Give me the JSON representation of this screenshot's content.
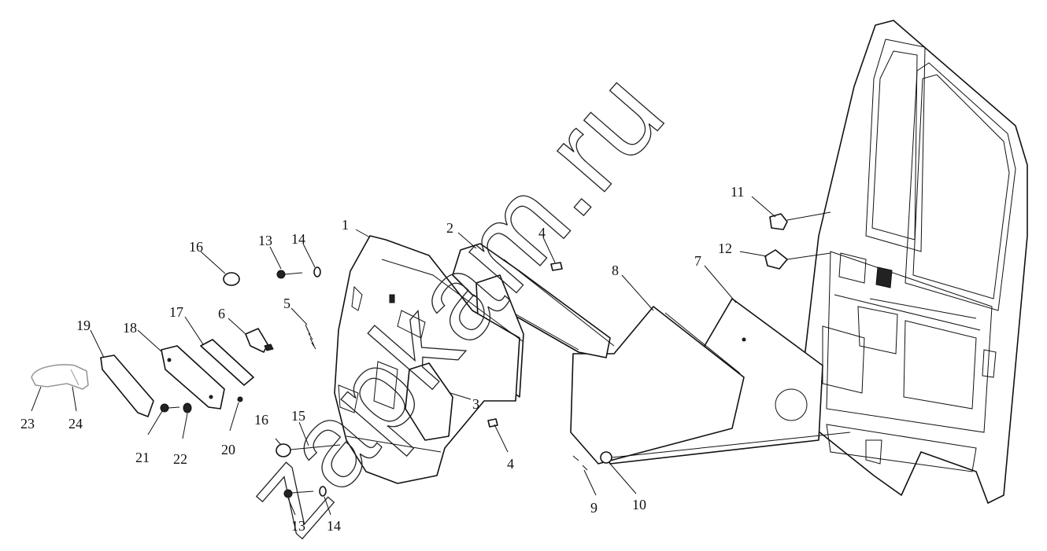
{
  "watermark": "zapkam.ru",
  "callouts": [
    {
      "id": "label-1",
      "text": "1"
    },
    {
      "id": "label-2",
      "text": "2"
    },
    {
      "id": "label-3",
      "text": "3"
    },
    {
      "id": "label-4a",
      "text": "4"
    },
    {
      "id": "label-4b",
      "text": "4"
    },
    {
      "id": "label-5",
      "text": "5"
    },
    {
      "id": "label-6",
      "text": "6"
    },
    {
      "id": "label-7",
      "text": "7"
    },
    {
      "id": "label-8",
      "text": "8"
    },
    {
      "id": "label-9",
      "text": "9"
    },
    {
      "id": "label-10",
      "text": "10"
    },
    {
      "id": "label-11",
      "text": "11"
    },
    {
      "id": "label-12",
      "text": "12"
    },
    {
      "id": "label-13a",
      "text": "13"
    },
    {
      "id": "label-13b",
      "text": "13"
    },
    {
      "id": "label-14a",
      "text": "14"
    },
    {
      "id": "label-14b",
      "text": "14"
    },
    {
      "id": "label-15",
      "text": "15"
    },
    {
      "id": "label-16a",
      "text": "16"
    },
    {
      "id": "label-16b",
      "text": "16"
    },
    {
      "id": "label-17",
      "text": "17"
    },
    {
      "id": "label-18",
      "text": "18"
    },
    {
      "id": "label-19",
      "text": "19"
    },
    {
      "id": "label-20",
      "text": "20"
    },
    {
      "id": "label-21",
      "text": "21"
    },
    {
      "id": "label-22",
      "text": "22"
    },
    {
      "id": "label-23",
      "text": "23"
    },
    {
      "id": "label-24",
      "text": "24"
    }
  ]
}
